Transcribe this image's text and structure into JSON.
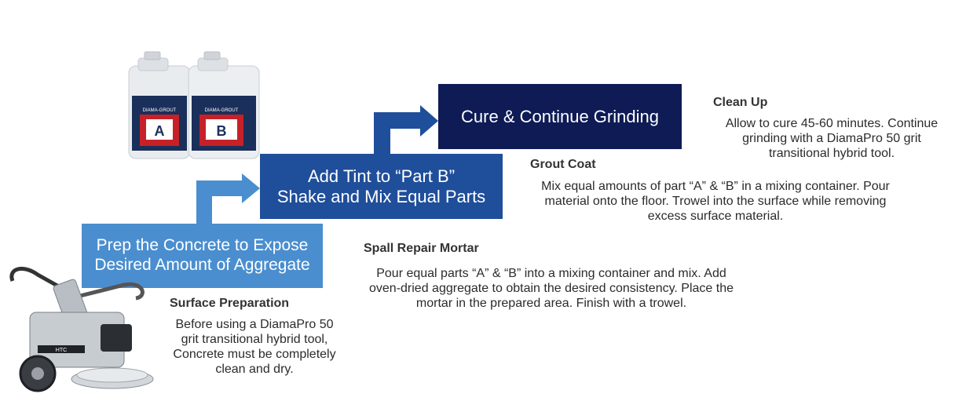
{
  "steps": [
    {
      "label": "Prep the Concrete to Expose\nDesired Amount of Aggregate",
      "color": "#4a8ecf"
    },
    {
      "label": "Add Tint to “Part B”\nShake and Mix Equal Parts",
      "color": "#1f4e9a"
    },
    {
      "label": "Cure & Continue Grinding",
      "color": "#0e1b55"
    }
  ],
  "sections": {
    "surface_preparation": {
      "title": "Surface Preparation",
      "text": "Before using a DiamaPro 50\ngrit transitional hybrid tool,\nConcrete must be completely\nclean and dry."
    },
    "spall_repair": {
      "title": "Spall Repair Mortar",
      "text": "Pour equal parts “A” & “B” into a mixing container and mix. Add\noven-dried aggregate to obtain the desired consistency. Place the\nmortar in the prepared area. Finish with a trowel."
    },
    "grout_coat": {
      "title": "Grout Coat",
      "text": "Mix equal amounts of part “A” & “B” in a mixing container. Pour\nmaterial onto the floor. Trowel into the surface while removing\nexcess surface material."
    },
    "clean_up": {
      "title": "Clean Up",
      "text": "Allow to cure 45-60 minutes. Continue\ngrinding with a DiamaPro 50 grit\ntransitional hybrid tool."
    }
  },
  "product": {
    "brand": "DIAMA-GROUT",
    "part_a": "A",
    "part_b": "B"
  },
  "machine_label": "HTC"
}
